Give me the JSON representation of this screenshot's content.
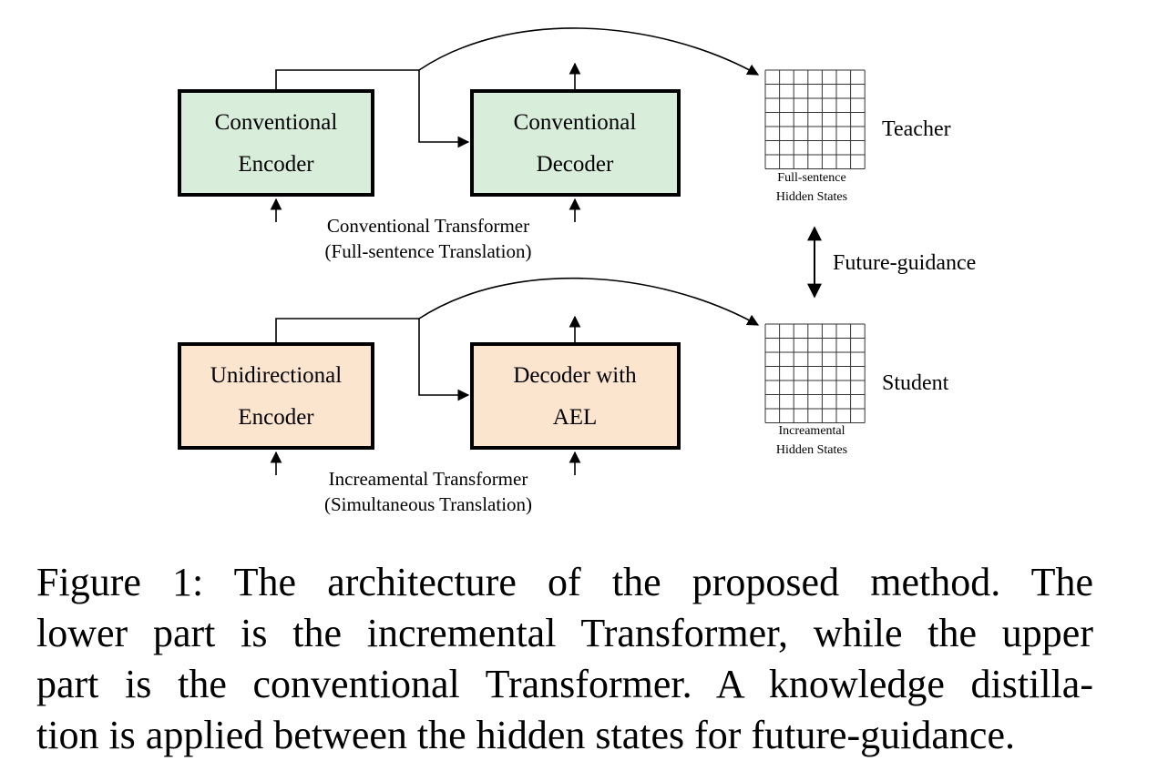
{
  "colors": {
    "green_fill": "#d8eedb",
    "orange_fill": "#fbe5cf",
    "stroke": "#000000"
  },
  "top": {
    "encoder": [
      "Conventional",
      "Encoder"
    ],
    "decoder": [
      "Conventional",
      "Decoder"
    ],
    "label": [
      "Conventional Transformer",
      "(Full-sentence Translation)"
    ],
    "states_label": [
      "Full-sentence",
      "Hidden States"
    ],
    "role": "Teacher"
  },
  "bottom": {
    "encoder": [
      "Unidirectional",
      "Encoder"
    ],
    "decoder": [
      "Decoder with",
      "AEL"
    ],
    "label": [
      "Increamental Transformer",
      "(Simultaneous Translation)"
    ],
    "states_label": [
      "Increamental",
      "Hidden States"
    ],
    "role": "Student"
  },
  "guidance": "Future-guidance",
  "caption": [
    "Figure 1: The architecture of the proposed method. The",
    "lower part is the incremental Transformer, while the upper",
    "part is the conventional Transformer. A knowledge distilla-",
    "tion is applied between the hidden states for future-guidance."
  ]
}
